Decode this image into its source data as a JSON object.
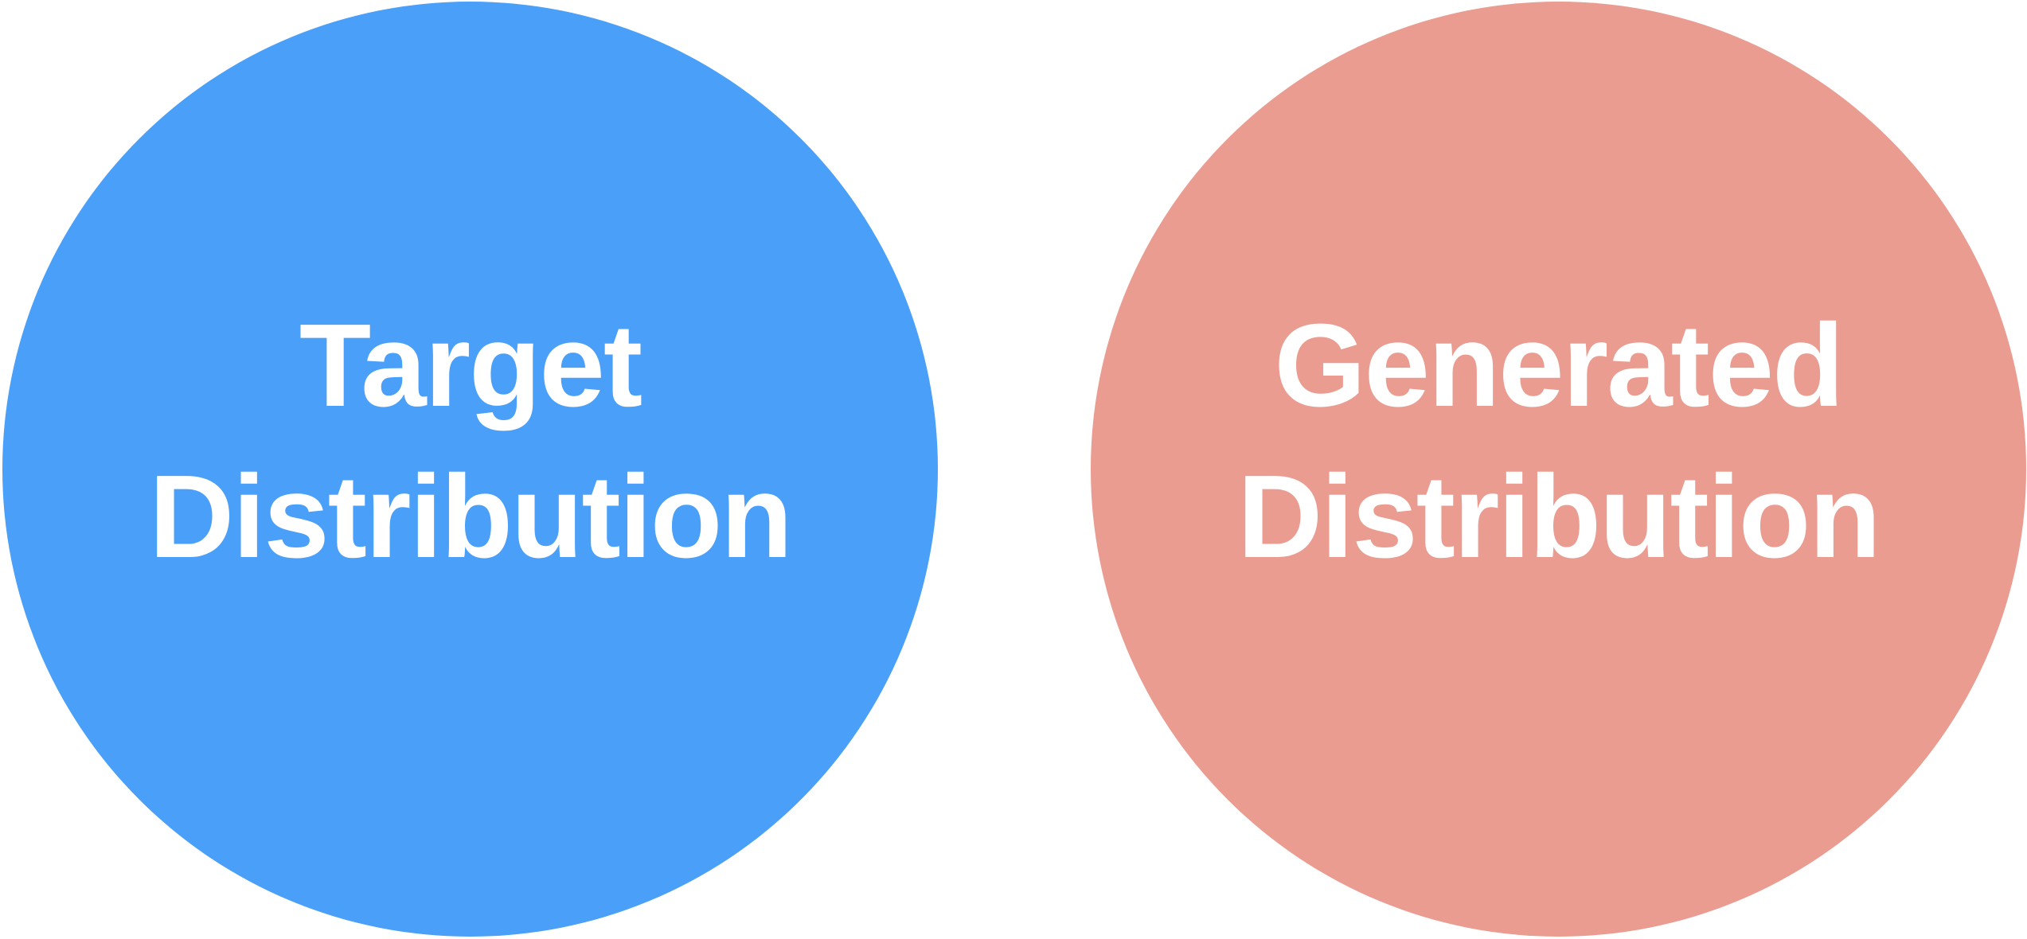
{
  "diagram": {
    "left_node": {
      "line1": "Target",
      "line2": "Distribution",
      "color": "#4a9ff8"
    },
    "right_node": {
      "line1": "Generated",
      "line2": "Distribution",
      "color": "#ea9c91"
    },
    "text_color": "#ffffff"
  }
}
